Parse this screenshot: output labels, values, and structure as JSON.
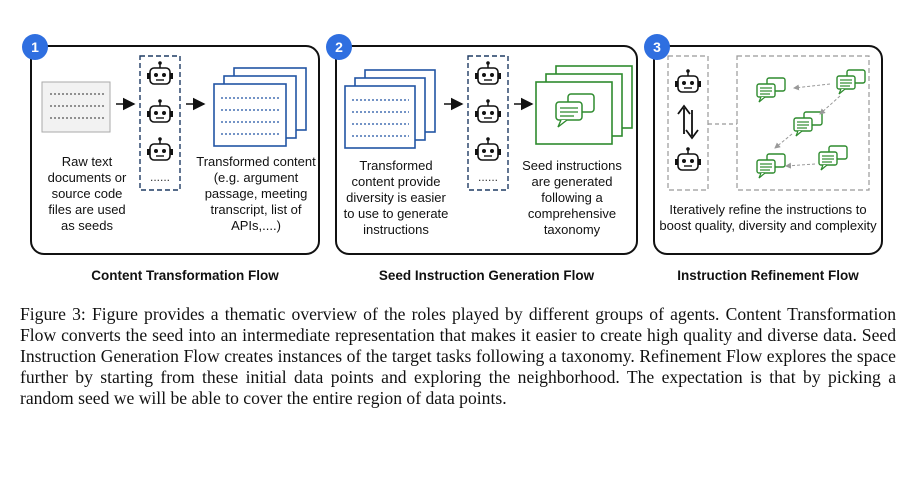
{
  "panels": [
    {
      "number": "1",
      "left_text": "Raw text documents or source code files are used as seeds",
      "right_text": "Transformed content (e.g. argument passage, meeting transcript, list of APIs,....)",
      "title": "Content Transformation Flow"
    },
    {
      "number": "2",
      "left_text": "Transformed content provide diversity is easier to use to generate instructions",
      "right_text": "Seed instructions are generated following  a comprehensive taxonomy",
      "title": "Seed Instruction Generation Flow"
    },
    {
      "number": "3",
      "bottom_text": "Iteratively refine the instructions to boost quality, diversity and complexity",
      "title": "Instruction Refinement Flow"
    }
  ],
  "caption": "Figure 3: Figure provides a thematic overview of the roles played by different groups of agents. Content Transformation Flow converts the seed into an intermediate representation that makes it easier to create high quality and diverse data. Seed Instruction Generation Flow creates instances of the target tasks following a taxonomy. Refinement Flow explores the space further by starting from these initial data points and exploring the neighborhood. The expectation is that by picking a random seed we will be able to cover the entire region of data points.",
  "colors": {
    "badge": "#2f6fe0",
    "doc_blue": "#2255a4",
    "bubble_green": "#2e8b2e"
  }
}
